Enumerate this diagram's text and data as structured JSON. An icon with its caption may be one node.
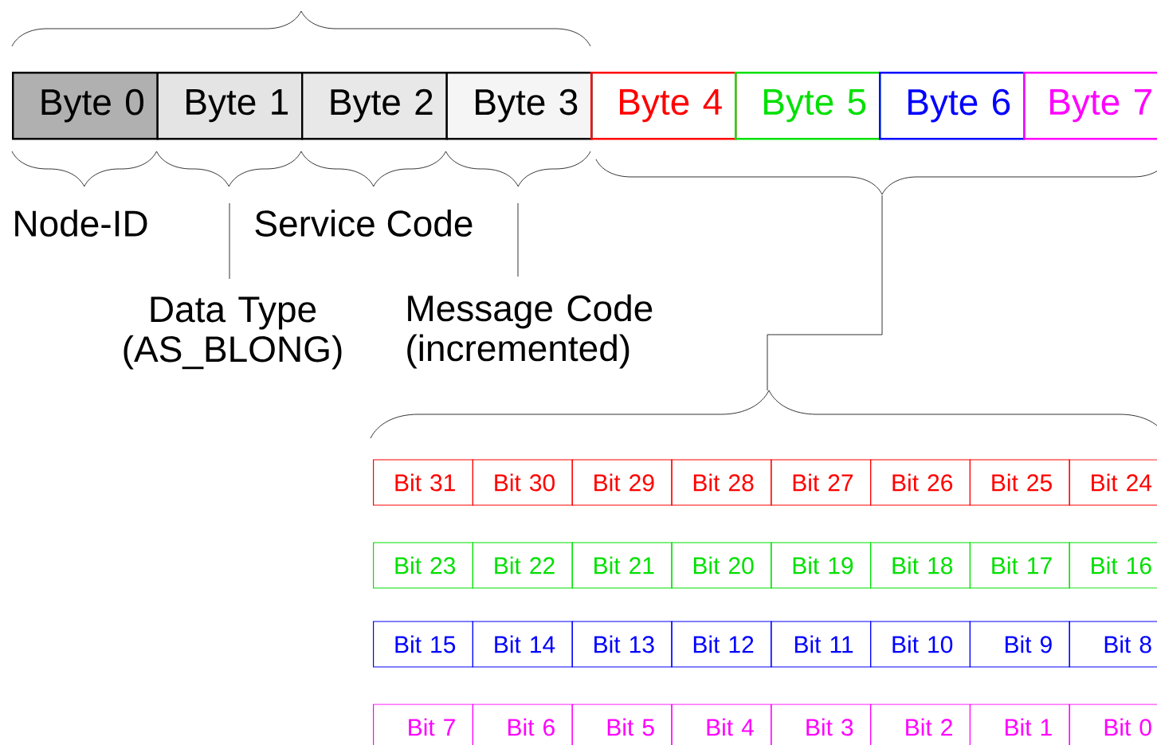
{
  "diagram": {
    "nodes": [
      {
        "text": [
          "Byte 0"
        ]
      },
      {
        "text": [
          "Byte 1"
        ]
      },
      {
        "text": [
          "Byte 2"
        ]
      },
      {
        "text": [
          "Byte 3"
        ]
      },
      {
        "text": [
          "Byte 4"
        ]
      },
      {
        "text": [
          "Byte 5"
        ]
      },
      {
        "text": [
          "Byte 6"
        ]
      },
      {
        "text": [
          "Byte 7"
        ]
      },
      {
        "text": [
          "Bit 31"
        ]
      },
      {
        "text": [
          "Bit 30"
        ]
      },
      {
        "text": [
          "Bit 29"
        ]
      },
      {
        "text": [
          "Bit 28"
        ]
      },
      {
        "text": [
          "Bit 27"
        ]
      },
      {
        "text": [
          "Bit 26"
        ]
      },
      {
        "text": [
          "Bit 25"
        ]
      },
      {
        "text": [
          "Bit 24"
        ]
      },
      {
        "text": [
          "Bit 23"
        ]
      },
      {
        "text": [
          "Bit 22"
        ]
      },
      {
        "text": [
          "Bit 21"
        ]
      },
      {
        "text": [
          "Bit 20"
        ]
      },
      {
        "text": [
          "Bit 19"
        ]
      },
      {
        "text": [
          "Bit 18"
        ]
      },
      {
        "text": [
          "Bit 17"
        ]
      },
      {
        "text": [
          "Bit 16"
        ]
      },
      {
        "text": [
          "Bit 15"
        ]
      },
      {
        "text": [
          "Bit 14"
        ]
      },
      {
        "text": [
          "Bit 13"
        ]
      },
      {
        "text": [
          "Bit 12"
        ]
      },
      {
        "text": [
          "Bit 11"
        ]
      },
      {
        "text": [
          "Bit 10"
        ]
      },
      {
        "text": [
          "Bit 9"
        ]
      },
      {
        "text": [
          "Bit 8"
        ]
      },
      {
        "text": [
          "Bit 7"
        ]
      },
      {
        "text": [
          "Bit 6"
        ]
      },
      {
        "text": [
          "Bit 5"
        ]
      },
      {
        "text": [
          "Bit 4"
        ]
      },
      {
        "text": [
          "Bit 3"
        ]
      },
      {
        "text": [
          "Bit 2"
        ]
      },
      {
        "text": [
          "Bit 1"
        ]
      },
      {
        "text": [
          "Bit 0"
        ]
      },
      {
        "text": [
          "Data Type (AS_BLONG)"
        ]
      },
      {
        "text": [
          "Message Code (incremented)"
        ]
      }
    ],
    "edges": [
      {
        "from": 40,
        "to": null,
        "arrow": "none"
      },
      {
        "from": 41,
        "to": null,
        "arrow": "none"
      }
    ],
    "labels": [
      "Node-ID",
      "Service Code"
    ]
  }
}
